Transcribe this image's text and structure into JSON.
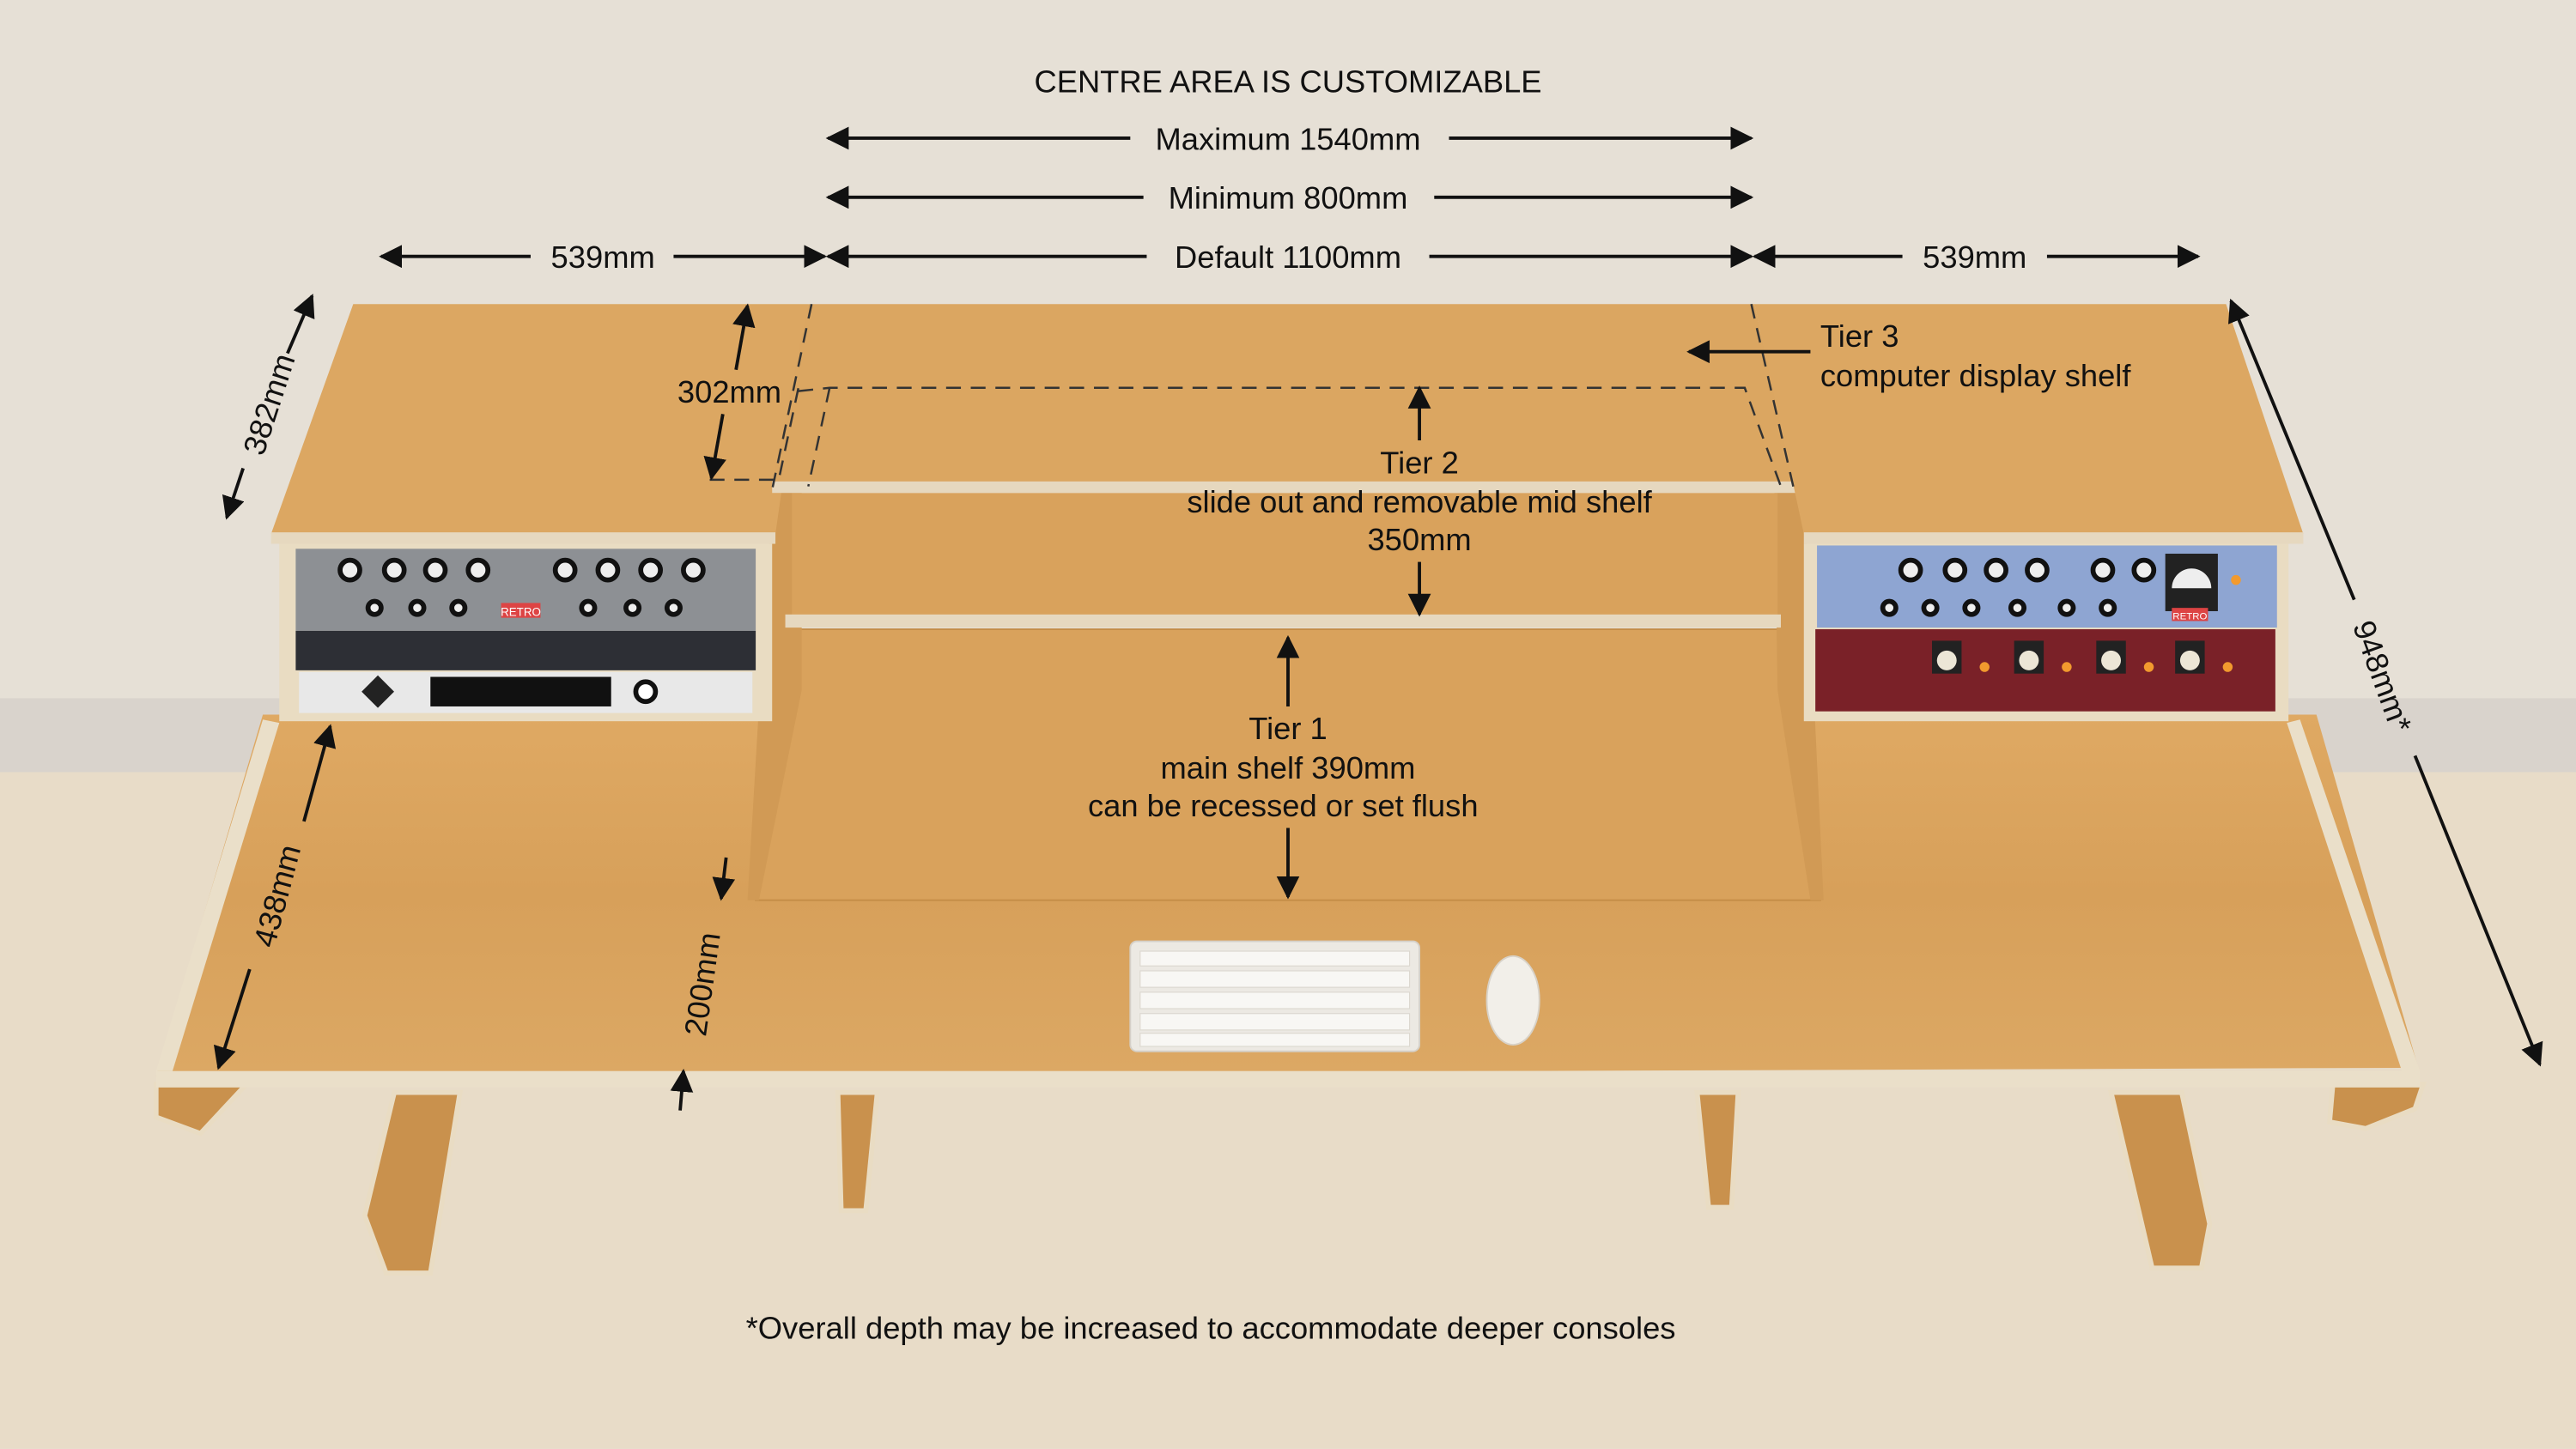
{
  "title": "CENTRE AREA IS CUSTOMIZABLE",
  "widths": {
    "maximum": "Maximum 1540mm",
    "minimum": "Minimum 800mm",
    "default": "Default 1100mm",
    "left_side": "539mm",
    "right_side": "539mm"
  },
  "depths": {
    "upper_left": "382mm",
    "tier3_height": "302mm",
    "lower_left": "438mm",
    "front_height": "200mm",
    "overall": "948mm*"
  },
  "tiers": {
    "tier3_title": "Tier 3",
    "tier3_desc": "computer display shelf",
    "tier2_title": "Tier 2",
    "tier2_desc": "slide out and removable mid shelf",
    "tier2_depth": "350mm",
    "tier1_title": "Tier 1",
    "tier1_desc": "main shelf 390mm",
    "tier1_note": "can be recessed or set flush"
  },
  "footnote": "*Overall depth may be increased to accommodate deeper consoles",
  "rack_brand": "RETRO",
  "colors": {
    "wall": "#e6e0d6",
    "floor": "#e8dcc8",
    "wood": "#dba55e",
    "wood_dark": "#c98f48",
    "edge": "#eadfc9",
    "rack_grey": "#8d9094",
    "rack_blue": "#8ea5d2",
    "rack_red": "#7a2128"
  }
}
